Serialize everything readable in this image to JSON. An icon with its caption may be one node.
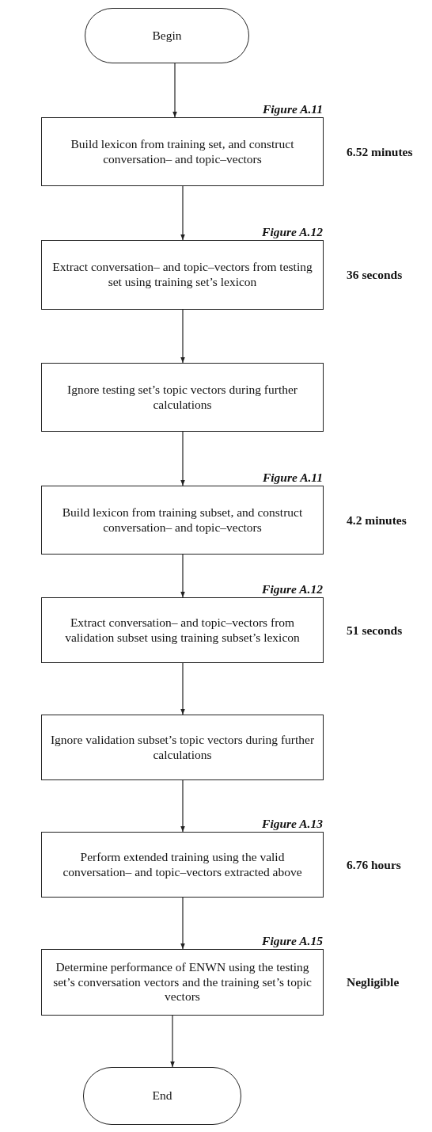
{
  "diagram": {
    "nodes": [
      {
        "text": [
          "Begin"
        ]
      },
      {
        "text": [
          "Figure A.11",
          "Build lexicon from training set, and construct conversation– and topic–vectors"
        ],
        "beside": [
          "6.52 minutes"
        ]
      },
      {
        "text": [
          "Figure A.12",
          "Extract conversation– and topic–vectors from testing set using training set’s lexicon"
        ],
        "beside": [
          "36 seconds"
        ]
      },
      {
        "text": [
          "Ignore testing set’s topic vectors during further calculations"
        ]
      },
      {
        "text": [
          "Figure A.11",
          "Build lexicon from training subset, and construct conversation– and topic–vectors"
        ],
        "beside": [
          "4.2 minutes"
        ]
      },
      {
        "text": [
          "Figure A.12",
          "Extract conversation– and topic–vectors from validation subset using training subset’s lexicon"
        ],
        "beside": [
          "51 seconds"
        ]
      },
      {
        "text": [
          "Ignore validation subset’s topic vectors during further calculations"
        ]
      },
      {
        "text": [
          "Figure A.13",
          "Perform extended training using the valid conversation– and topic–vectors extracted above"
        ],
        "beside": [
          "6.76 hours"
        ]
      },
      {
        "text": [
          "Figure A.15",
          "Determine performance of ENWN using the testing set’s conversation vectors and the training set’s topic vectors"
        ],
        "beside": [
          "Negligible"
        ]
      },
      {
        "text": [
          "End"
        ]
      }
    ],
    "edges": [
      {
        "from": 0,
        "to": 1,
        "arrow": "to"
      },
      {
        "from": 1,
        "to": 2,
        "arrow": "to"
      },
      {
        "from": 2,
        "to": 3,
        "arrow": "to"
      },
      {
        "from": 3,
        "to": 4,
        "arrow": "to"
      },
      {
        "from": 4,
        "to": 5,
        "arrow": "to"
      },
      {
        "from": 5,
        "to": 6,
        "arrow": "to"
      },
      {
        "from": 6,
        "to": 7,
        "arrow": "to"
      },
      {
        "from": 7,
        "to": 8,
        "arrow": "to"
      },
      {
        "from": 8,
        "to": 9,
        "arrow": "to"
      }
    ]
  }
}
